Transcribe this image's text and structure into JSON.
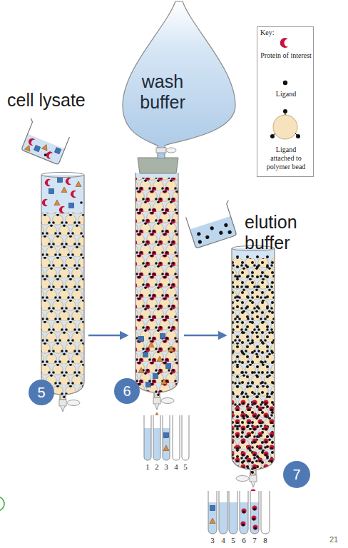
{
  "diagram": {
    "nodes": [
      {
        "text": [
          "wash buffer"
        ]
      },
      {
        "text": [
          "Key:"
        ]
      },
      {
        "text": [
          "5"
        ]
      },
      {
        "text": [
          "6"
        ]
      },
      {
        "text": [
          "7"
        ]
      }
    ],
    "labels": [
      "cell lysate",
      "elution buffer",
      "1",
      "2",
      "3",
      "4",
      "5",
      "3",
      "4",
      "5",
      "6",
      "7",
      "8",
      "21"
    ],
    "legend": [
      {
        "text": "Protein of interest"
      },
      {
        "text": "Ligand"
      },
      {
        "text": "Ligand attached to polymer bead"
      }
    ]
  }
}
